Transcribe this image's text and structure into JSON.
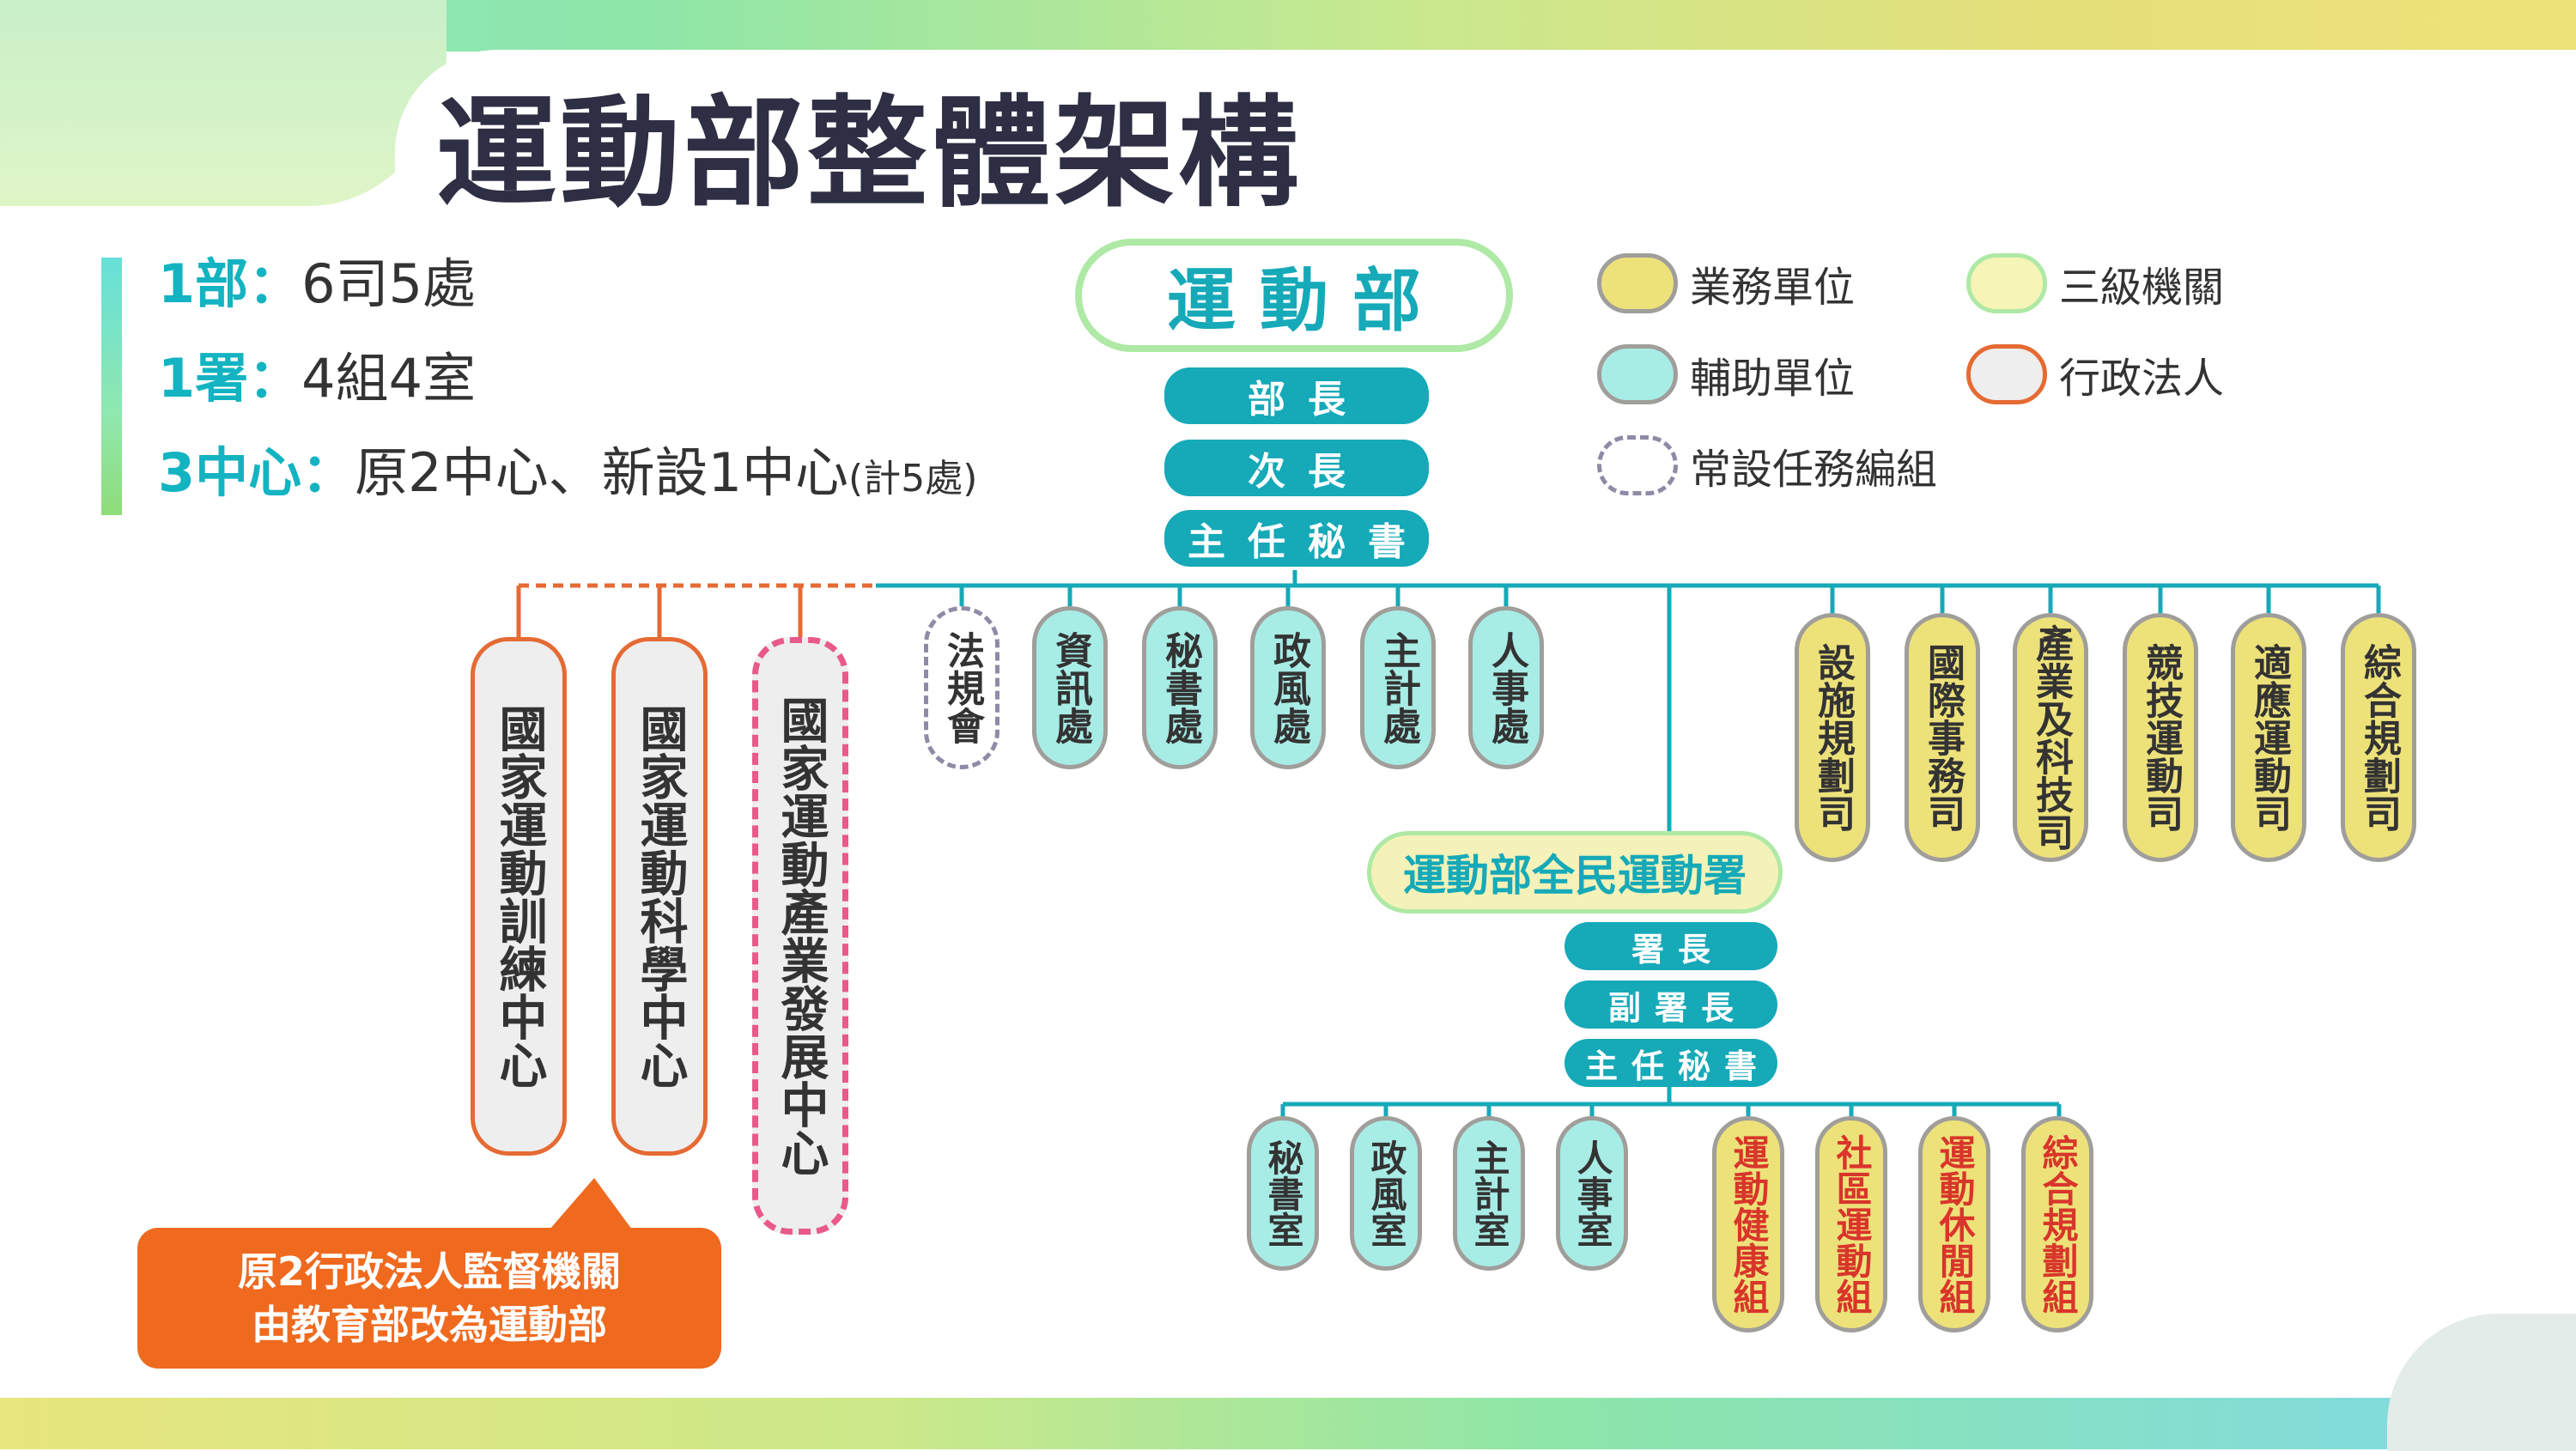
{
  "title": "運動部整體架構",
  "summary": [
    {
      "key": "1部：",
      "value": "6司5處",
      "note": ""
    },
    {
      "key": "1署：",
      "value": "4組4室",
      "note": ""
    },
    {
      "key": "3中心：",
      "value": "原2中心、新設1中心",
      "note": "(計5處)"
    }
  ],
  "legend": [
    {
      "label": "業務單位",
      "type": "gold"
    },
    {
      "label": "三級機關",
      "type": "yellow"
    },
    {
      "label": "輔助單位",
      "type": "teal"
    },
    {
      "label": "行政法人",
      "type": "gray"
    },
    {
      "label": "常設任務編組",
      "type": "task"
    }
  ],
  "ministry": {
    "name": "運動部",
    "officers": [
      "部長",
      "次長",
      "主任秘書"
    ]
  },
  "centers": [
    "國家運動訓練中心",
    "國家運動科學中心",
    "國家運動產業發展中心"
  ],
  "aux_units": [
    "法規會",
    "資訊處",
    "秘書處",
    "政風處",
    "主計處",
    "人事處"
  ],
  "departments": [
    "設施規劃司",
    "國際事務司",
    "產業及科技司",
    "競技運動司",
    "適應運動司",
    "綜合規劃司"
  ],
  "administration": {
    "name": "運動部全民運動署",
    "officers": [
      "署長",
      "副署長",
      "主任秘書"
    ],
    "offices": [
      "秘書室",
      "政風室",
      "主計室",
      "人事室"
    ],
    "groups": [
      "運動健康組",
      "社區運動組",
      "運動休閒組",
      "綜合規劃組"
    ]
  },
  "callout": {
    "line1": "原2行政法人監督機關",
    "line2": "由教育部改為運動部"
  },
  "colors": {
    "teal_header": "#16a9b8",
    "gold": "#ede17a",
    "light_teal": "#a8ece6",
    "orange": "#ef6a1f",
    "pink_dash": "#e85a8a",
    "red_text": "#d8352b"
  }
}
